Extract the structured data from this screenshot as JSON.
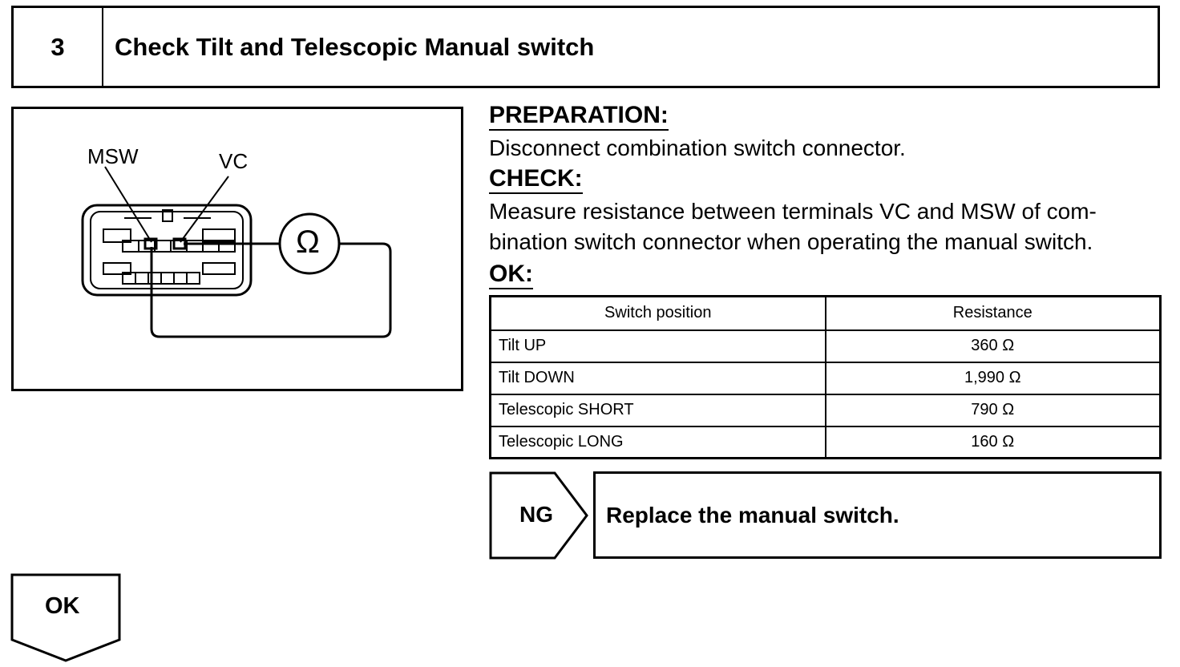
{
  "step": {
    "number": "3",
    "title": "Check Tilt and Telescopic Manual switch"
  },
  "diagram": {
    "label_msw": "MSW",
    "label_vc": "VC",
    "meter_symbol": "Ω"
  },
  "instructions": {
    "preparation_heading": "PREPARATION:",
    "preparation_text": "Disconnect combination switch connector.",
    "check_heading": "CHECK:",
    "check_line1": "Measure resistance between terminals VC and MSW of com-",
    "check_line2": "bination switch connector when operating the manual switch.",
    "ok_heading": "OK:"
  },
  "ok_table": {
    "headers": [
      "Switch position",
      "Resistance"
    ],
    "rows": [
      [
        "Tilt UP",
        "360 Ω"
      ],
      [
        "Tilt DOWN",
        "1,990 Ω"
      ],
      [
        "Telescopic SHORT",
        "790 Ω"
      ],
      [
        "Telescopic LONG",
        "160 Ω"
      ]
    ]
  },
  "ng_flow": {
    "label": "NG",
    "action": "Replace the manual switch."
  },
  "ok_flow": {
    "label": "OK"
  }
}
